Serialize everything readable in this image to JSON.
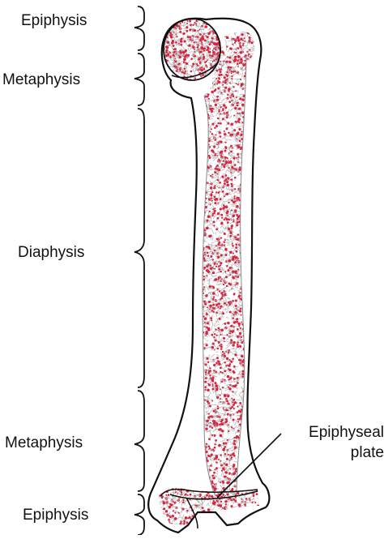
{
  "labels": {
    "epiphysis_top": "Epiphysis",
    "metaphysis_top": "Metaphysis",
    "diaphysis": "Diaphysis",
    "metaphysis_bottom": "Metaphysis",
    "epiphysis_bottom": "Epiphysis",
    "epiphyseal_plate_line1": "Epiphyseal",
    "epiphyseal_plate_line2": "plate"
  },
  "colors": {
    "outline": "#111111",
    "spongy_bone": "#d8223e",
    "spongy_mesh": "#b9b9b9",
    "background": "#ffffff"
  }
}
